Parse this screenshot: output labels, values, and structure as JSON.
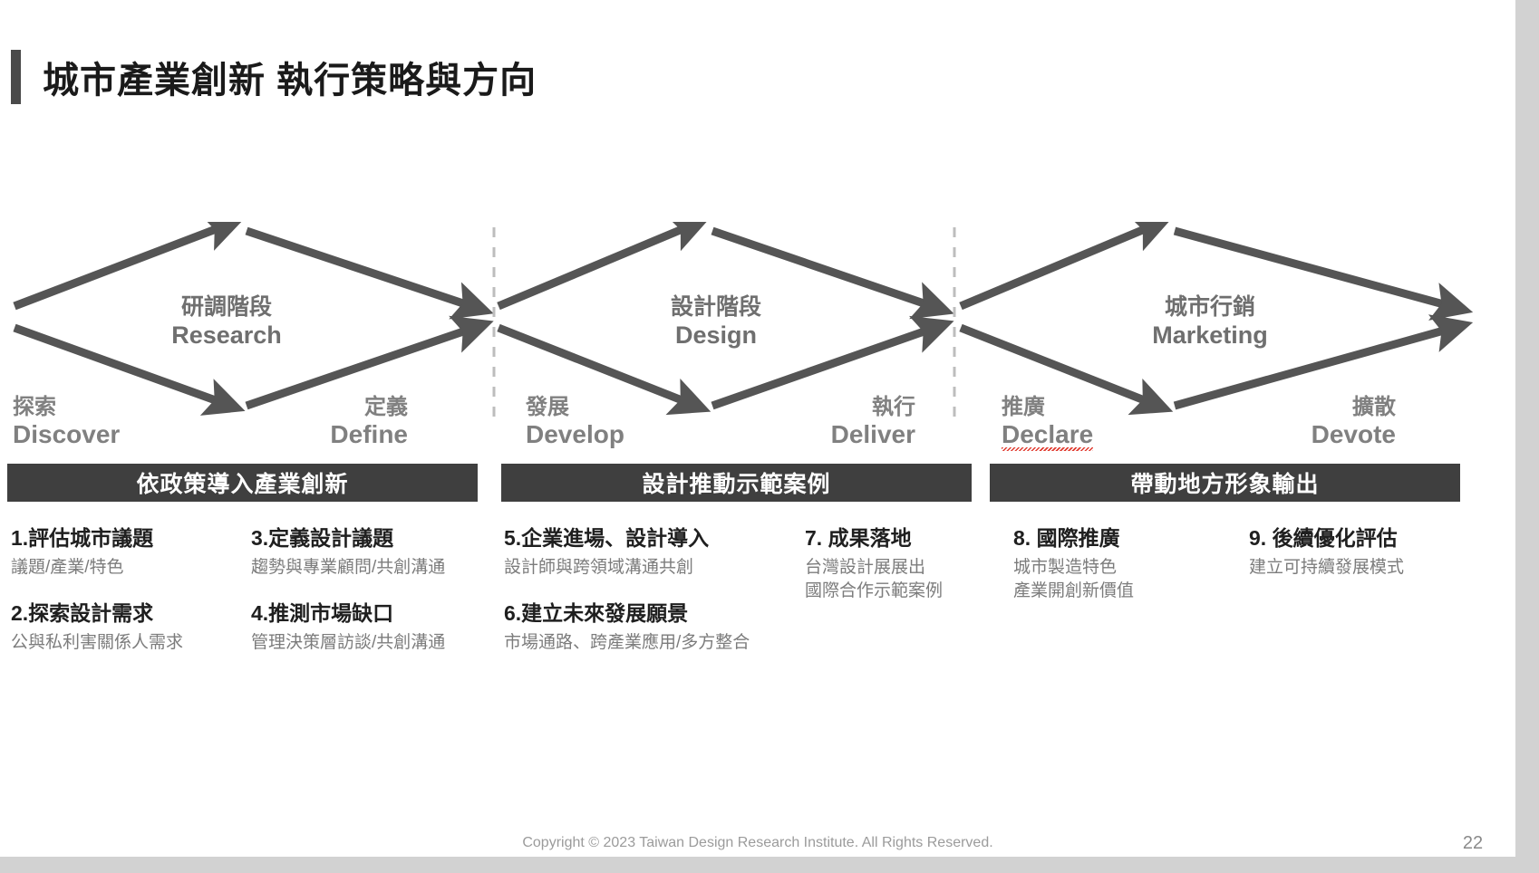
{
  "page": {
    "title": "城市產業創新 執行策略與方向",
    "number": "22",
    "copyright": "Copyright © 2023 Taiwan Design Research Institute. All Rights Reserved.",
    "accent_color": "#4a4a4a",
    "band_color": "#3f3f3f",
    "arrow_color": "#555555",
    "divider_color": "#bdbdbd",
    "background": "#ffffff"
  },
  "phases": [
    {
      "zh": "研調階段",
      "en": "Research",
      "band": "依政策導入產業創新",
      "steps": [
        {
          "zh": "探索",
          "en": "Discover",
          "misspelled": false
        },
        {
          "zh": "定義",
          "en": "Define",
          "misspelled": false
        }
      ],
      "columns": [
        {
          "items": [
            {
              "title": "1.評估城市議題",
              "subs": [
                "議題/產業/特色"
              ]
            },
            {
              "title": "2.探索設計需求",
              "subs": [
                "公與私利害關係人需求"
              ]
            }
          ]
        },
        {
          "items": [
            {
              "title": "3.定義設計議題",
              "subs": [
                "趨勢與專業顧問/共創溝通"
              ]
            },
            {
              "title": "4.推測市場缺口",
              "subs": [
                "管理決策層訪談/共創溝通"
              ]
            }
          ]
        }
      ]
    },
    {
      "zh": "設計階段",
      "en": "Design",
      "band": "設計推動示範案例",
      "steps": [
        {
          "zh": "發展",
          "en": "Develop",
          "misspelled": false
        },
        {
          "zh": "執行",
          "en": "Deliver",
          "misspelled": false
        }
      ],
      "columns": [
        {
          "items": [
            {
              "title": "5.企業進場、設計導入",
              "subs": [
                "設計師與跨領域溝通共創"
              ]
            },
            {
              "title": "6.建立未來發展願景",
              "subs": [
                "市場通路、跨產業應用/多方整合"
              ]
            }
          ]
        },
        {
          "items": [
            {
              "title": "7. 成果落地",
              "subs": [
                "台灣設計展展出",
                "國際合作示範案例"
              ]
            }
          ]
        }
      ]
    },
    {
      "zh": "城市行銷",
      "en": "Marketing",
      "band": "帶動地方形象輸出",
      "steps": [
        {
          "zh": "推廣",
          "en": "Declare",
          "misspelled": true
        },
        {
          "zh": "擴散",
          "en": "Devote",
          "misspelled": false
        }
      ],
      "columns": [
        {
          "items": [
            {
              "title": "8. 國際推廣",
              "subs": [
                "城市製造特色",
                "產業開創新價值"
              ]
            }
          ]
        },
        {
          "items": [
            {
              "title": "9. 後續優化評估",
              "subs": [
                "建立可持續發展模式"
              ]
            }
          ]
        }
      ]
    }
  ]
}
